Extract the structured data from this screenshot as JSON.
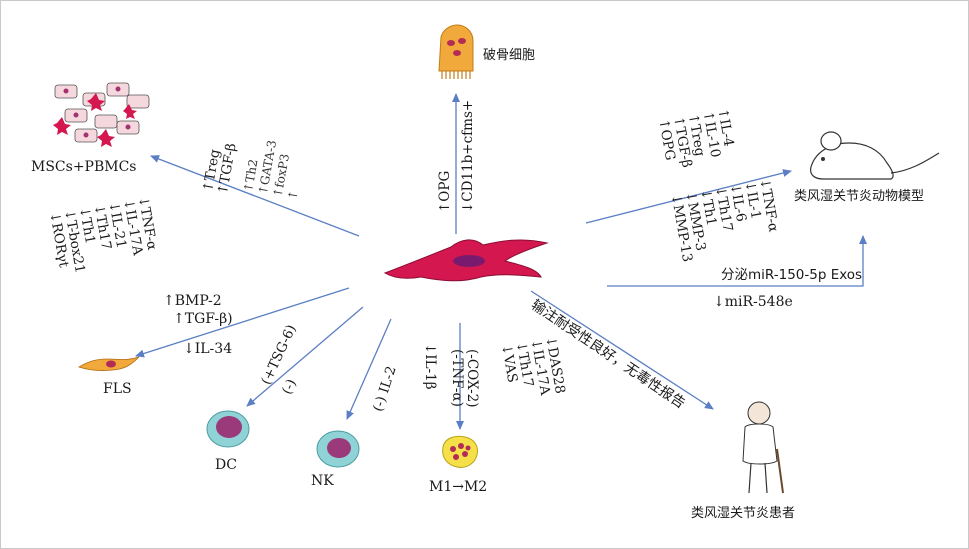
{
  "nodes": {
    "osteoclast": "破骨细胞",
    "mscs_pbmcs": "MSCs+PBMCs",
    "animal_model": "类风湿关节炎动物模型",
    "fls": "FLS",
    "dc": "DC",
    "nk": "NK",
    "macrophage": "M1→M2",
    "patient": "类风湿关节炎患者"
  },
  "osteoclast_effects": [
    "↑OPG",
    "↓CD11b+cfms+"
  ],
  "mscs_up": [
    "↑Treg",
    "↑TGF-β",
    "↑Th2",
    "↑GATA-3",
    "↑foxP3",
    "↑"
  ],
  "mscs_down": [
    "↓TNF-α",
    "↓IL-17A",
    "↓IL-21",
    "↓Th17",
    "↓Th1",
    "↓T-box21",
    "↓RORγt"
  ],
  "animal_col_a": [
    "↑IL-4",
    "↑IL-10",
    "↑Treg",
    "↑TGF-β",
    "↑OPG"
  ],
  "animal_col_b": [
    "↓TNF-α",
    "↓IL-1",
    "↓IL-6",
    "↓Th17",
    "↓Th1",
    "↓MMP-3",
    "↓MMP-13"
  ],
  "exos": {
    "secrete": "分泌miR-150-5p Exos",
    "mir": "↓miR-548e"
  },
  "fls_effects": [
    "↑BMP-2",
    "↑TGF-β)",
    "↓IL-34"
  ],
  "dc_effects": [
    "(+TSG-6)",
    "(-)"
  ],
  "nk_effects": [
    "(-) IL-2"
  ],
  "macro_effects": [
    "↓IL-1β",
    "(-COX-2)",
    "(-TNF-α)"
  ],
  "patient_effects": [
    "↓DAS28",
    "↓IL-17A",
    "↓Th17",
    "↓VAS"
  ],
  "patient_safety": "输注耐受性良好，无毒性报告",
  "colors": {
    "arrow": "#5b7fc4",
    "msc_cell": "#d4184f",
    "osteoclast": "#f2a93b",
    "dc_cell": "#8fd3d6",
    "nucleus": "#9a3a7a"
  }
}
